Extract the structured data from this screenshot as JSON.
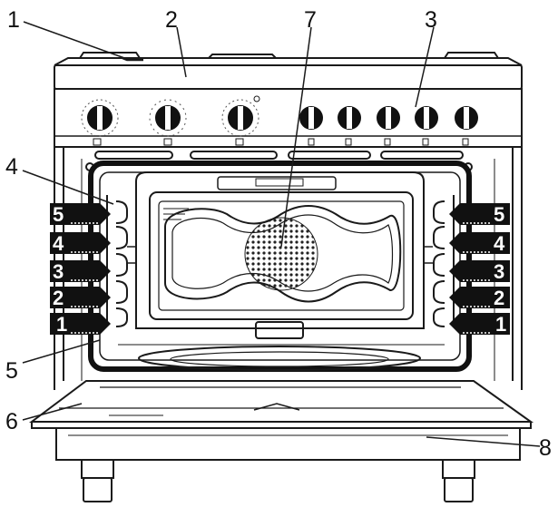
{
  "callouts": {
    "c1": "1",
    "c2": "2",
    "c3": "3",
    "c4": "4",
    "c5": "5",
    "c6": "6",
    "c7": "7",
    "c8": "8"
  },
  "shelf_levels": {
    "left": [
      "5",
      "4",
      "3",
      "2",
      "1"
    ],
    "right": [
      "5",
      "4",
      "3",
      "2",
      "1"
    ]
  },
  "colors": {
    "line": "#1a1a1a",
    "label_box": "#111111",
    "fan_dots": "#222222"
  },
  "icons": [
    "control-knob-icon",
    "oven-light-icon",
    "fan-grille-icon"
  ]
}
